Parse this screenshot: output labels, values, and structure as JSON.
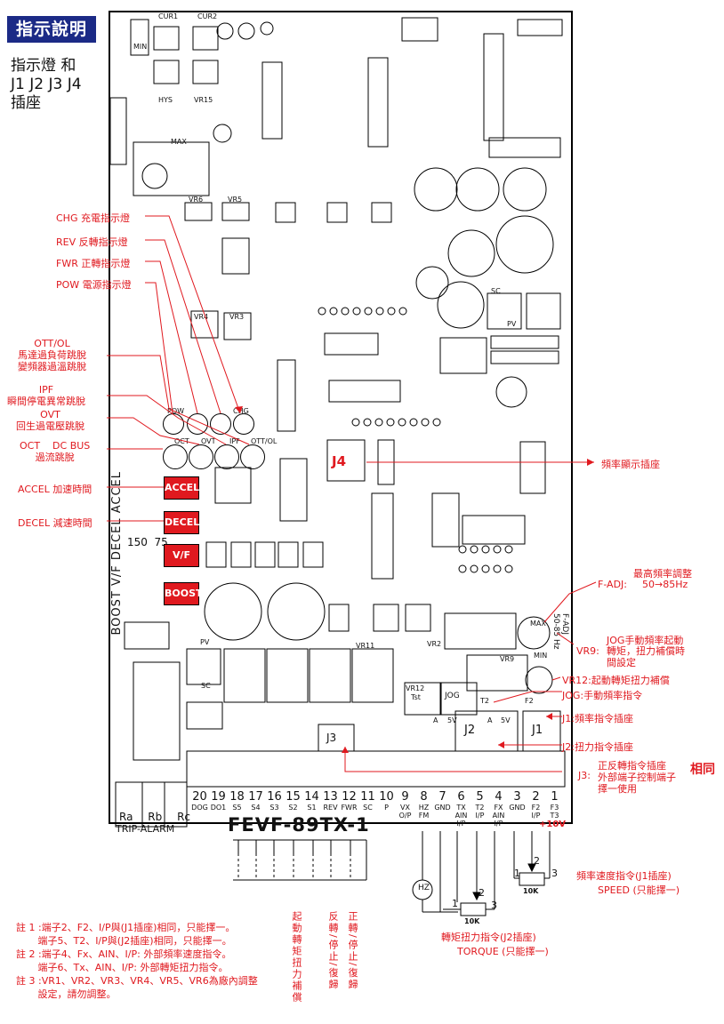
{
  "header": {
    "title": "指示說明",
    "subtitle": "指示燈 和\nJ1 J2 J3 J4\n插座"
  },
  "model": "FEVF-89TX-1",
  "left_callouts": [
    {
      "key": "chg",
      "text": "CHG 充電指示燈"
    },
    {
      "key": "rev",
      "text": "REV 反轉指示燈"
    },
    {
      "key": "fwr",
      "text": "FWR 正轉指示燈"
    },
    {
      "key": "pow",
      "text": "POW 電源指示燈"
    },
    {
      "key": "ott",
      "text": "OTT/OL\n馬達過負荷跳脫\n變頻器過溫跳脫"
    },
    {
      "key": "ipf",
      "text": "IPF\n瞬間停電異常跳脫"
    },
    {
      "key": "ovt",
      "text": "OVT\n回生過電壓跳脫"
    },
    {
      "key": "oct",
      "text": "OCT    DC BUS\n過流跳脫"
    },
    {
      "key": "accel",
      "text": "ACCEL 加速時間"
    },
    {
      "key": "decel",
      "text": "DECEL 減速時間"
    }
  ],
  "board_buttons": [
    "ACCEL",
    "DECEL",
    "V/F",
    "BOOST"
  ],
  "leds": [
    "POW",
    "REV",
    "FWR",
    "CHG",
    "OCT",
    "OVT",
    "IPF",
    "OTT/OL"
  ],
  "right_callouts": {
    "j4": "頻率顯示插座",
    "fadj_title": "最高頻率調整",
    "fadj": "F-ADJ:",
    "fadj_range": "50→85Hz",
    "vr9_title": "JOG手動頻率起動",
    "vr9": "VR9:",
    "vr9_desc": "轉矩，扭力補償時\n間設定",
    "vr12": "VR12:起動轉矩扭力補償",
    "jog": "JOG:手動頻率指令",
    "j1": "J1:頻率指令插座",
    "j2": "J2:扭力指令插座",
    "j3_a": "正反轉指令插座",
    "j3_prefix": "J3:",
    "j3_b": "外部端子控制端子",
    "j3_c": "擇一使用",
    "same": "相同"
  },
  "board_labels": {
    "j4": "J4",
    "j3": "J3",
    "j2": "J2",
    "j1": "J1",
    "vr4": "VR4",
    "vr3": "VR3",
    "vr5": "VR5",
    "vr6": "VR6",
    "vr9": "VR9",
    "vr12": "VR12",
    "vr2": "VR2",
    "vr11": "VR11",
    "vr15": "VR15",
    "cur1": "CUR1",
    "cur2": "CUR2",
    "min": "MIN",
    "hys": "HYS",
    "max": "MAX",
    "pv": "PV",
    "sc": "SC",
    "jog": "JOG",
    "fadj_max": "MAX",
    "fadj_min": "MIN",
    "fadj_v": "F-ADJ\n50-85 Hz",
    "boost_vf": "BOOST V/F DECEL ACCEL",
    "scale": "150  75",
    "tst": "Tst",
    "five_v": "5V",
    "a": "A",
    "t2": "T2",
    "f2": "F2"
  },
  "terminals": [
    {
      "num": "20",
      "sub": "DOG"
    },
    {
      "num": "19",
      "sub": "DO1"
    },
    {
      "num": "18",
      "sub": "S5"
    },
    {
      "num": "17",
      "sub": "S4"
    },
    {
      "num": "16",
      "sub": "S3"
    },
    {
      "num": "15",
      "sub": "S2"
    },
    {
      "num": "14",
      "sub": "S1"
    },
    {
      "num": "13",
      "sub": "REV"
    },
    {
      "num": "12",
      "sub": "FWR"
    },
    {
      "num": "11",
      "sub": "SC"
    },
    {
      "num": "10",
      "sub": "P"
    },
    {
      "num": "9",
      "sub": "VX\nO/P"
    },
    {
      "num": "8",
      "sub": "HZ\nFM"
    },
    {
      "num": "7",
      "sub": "GND"
    },
    {
      "num": "6",
      "sub": "TX\nAIN\nI/P"
    },
    {
      "num": "5",
      "sub": "T2\nI/P"
    },
    {
      "num": "4",
      "sub": "FX\nAIN\nI/P"
    },
    {
      "num": "3",
      "sub": "GND"
    },
    {
      "num": "2",
      "sub": "F2\nI/P"
    },
    {
      "num": "1",
      "sub": "F3\nT3"
    }
  ],
  "trip_alarm": {
    "ra": "Ra",
    "rb": "Rb",
    "rc": "Rc",
    "label": "TRIP-ALARM",
    "plus10v": "+10V"
  },
  "speed": {
    "title": "頻率速度指令(J1插座)",
    "sub": "SPEED  (只能擇一)",
    "pot": "10K",
    "n1": "1",
    "n2": "2",
    "n3": "3"
  },
  "torque": {
    "title": "轉矩扭力指令(J2插座)",
    "sub": "TORQUE  (只能擇一)",
    "pot": "10K",
    "n1": "1",
    "n2": "2",
    "n3": "3"
  },
  "hz_meter": "HZ",
  "vertical_notes": [
    "起動轉矩扭力補償",
    "反轉/停止/復歸",
    "正轉/停止/復歸"
  ],
  "notes": [
    "註 1 :端子2、F2、I/P與(J1插座)相同，只能擇一。",
    "       端子5、T2、I/P與(J2插座)相同，只能擇一。",
    "註 2 :端子4、Fx、AIN、I/P: 外部頻率速度指令。",
    "       端子6、Tx、AIN、I/P: 外部轉矩扭力指令。",
    "註 3 :VR1、VR2、VR3、VR4、VR5、VR6為廠內調整",
    "       設定，請勿調整。"
  ],
  "colors": {
    "title_bg": "#1b2a86",
    "accent": "#e0191f",
    "ink": "#111111"
  }
}
